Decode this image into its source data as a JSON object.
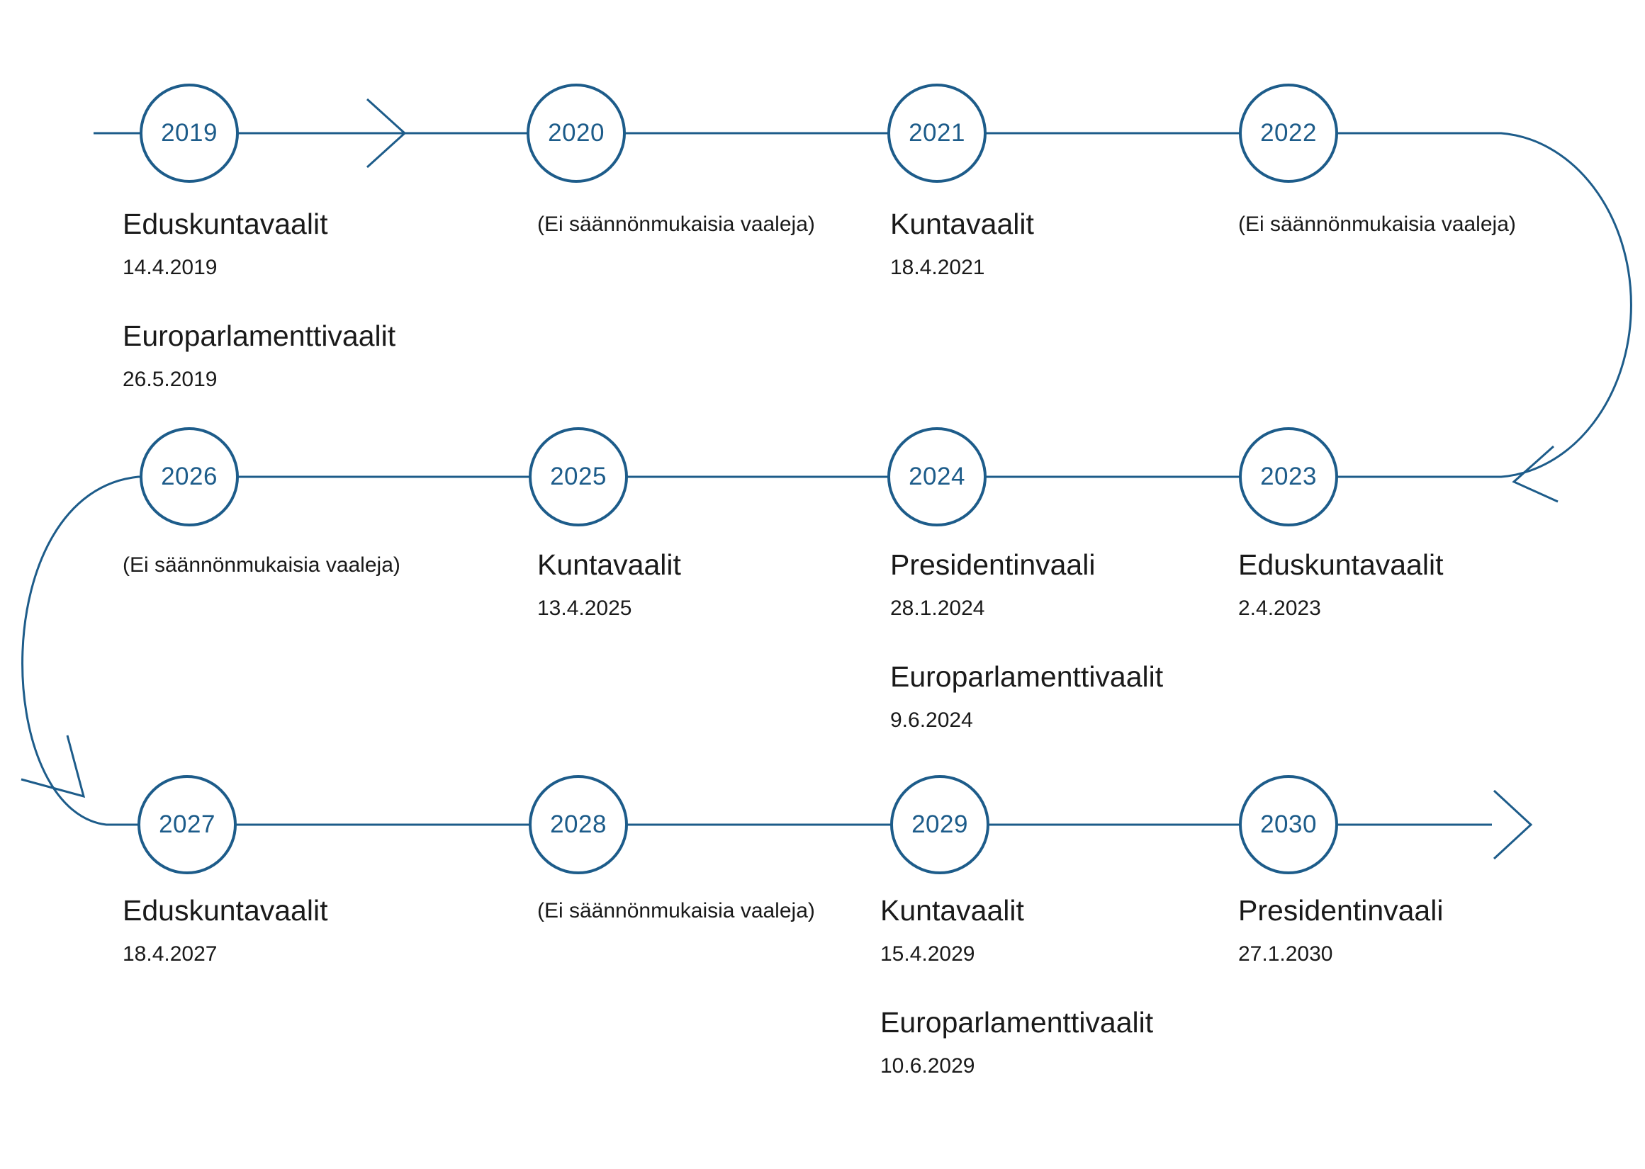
{
  "palette": {
    "line_blue": "#1d5c8a",
    "text_dark": "#1a1a1a",
    "background": "#ffffff"
  },
  "years": [
    {
      "year": "2019",
      "events": [
        {
          "title": "Eduskuntavaalit",
          "date": "14.4.2019"
        },
        {
          "title": "Europarlamenttivaalit",
          "date": "26.5.2019"
        }
      ]
    },
    {
      "year": "2020",
      "note": "(Ei säännönmukaisia vaaleja)"
    },
    {
      "year": "2021",
      "events": [
        {
          "title": "Kuntavaalit",
          "date": "18.4.2021"
        }
      ]
    },
    {
      "year": "2022",
      "note": "(Ei säännönmukaisia vaaleja)"
    },
    {
      "year": "2023",
      "events": [
        {
          "title": "Eduskuntavaalit",
          "date": "2.4.2023"
        }
      ]
    },
    {
      "year": "2024",
      "events": [
        {
          "title": "Presidentinvaali",
          "date": "28.1.2024"
        },
        {
          "title": "Europarlamenttivaalit",
          "date": "9.6.2024"
        }
      ]
    },
    {
      "year": "2025",
      "events": [
        {
          "title": "Kuntavaalit",
          "date": "13.4.2025"
        }
      ]
    },
    {
      "year": "2026",
      "note": "(Ei säännönmukaisia vaaleja)"
    },
    {
      "year": "2027",
      "events": [
        {
          "title": "Eduskuntavaalit",
          "date": "18.4.2027"
        }
      ]
    },
    {
      "year": "2028",
      "note": "(Ei säännönmukaisia vaaleja)"
    },
    {
      "year": "2029",
      "events": [
        {
          "title": "Kuntavaalit",
          "date": "15.4.2029"
        },
        {
          "title": "Europarlamenttivaalit",
          "date": "10.6.2029"
        }
      ]
    },
    {
      "year": "2030",
      "events": [
        {
          "title": "Presidentinvaali",
          "date": "27.1.2030"
        }
      ]
    }
  ]
}
